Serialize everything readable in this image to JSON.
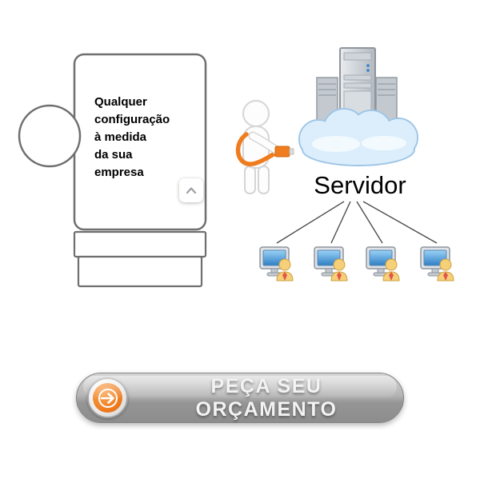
{
  "roll": {
    "caption": "Qualquer\nconfiguração\nà medida\nda sua\nempresa"
  },
  "server": {
    "label": "Servidor"
  },
  "cta": {
    "label": "PEÇA SEU ORÇAMENTO"
  },
  "icons": {
    "chevron": "chevron-up-icon",
    "arrow": "arrow-right-circle-icon",
    "mascot": "mascot-with-cable-icon",
    "server_cloud": "server-cloud-icon",
    "client": "client-computer-user-icon"
  },
  "colors": {
    "accent_orange": "#ef7c1e",
    "cloud_blue": "#dceefb",
    "outline_gray": "#6f6f6f",
    "button_gray_top": "#d6d6d6",
    "button_gray_bottom": "#8d8d8d"
  }
}
